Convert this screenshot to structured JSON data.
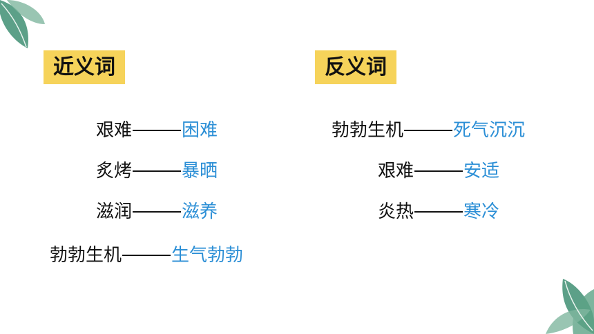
{
  "labels": {
    "synonym": "近义词",
    "antonym": "反义词"
  },
  "synonyms": [
    {
      "word": "艰难",
      "match": "困难"
    },
    {
      "word": "炙烤",
      "match": "暴晒"
    },
    {
      "word": "滋润",
      "match": "滋养"
    },
    {
      "word": "勃勃生机",
      "match": "生气勃勃"
    }
  ],
  "antonyms": [
    {
      "word": "勃勃生机",
      "match": "死气沉沉"
    },
    {
      "word": "艰难",
      "match": "安适"
    },
    {
      "word": "炎热",
      "match": "寒冷"
    }
  ],
  "colors": {
    "label_bg": "#f6d35a",
    "match_text": "#2c8fd6",
    "leaf": "#3f8f73"
  }
}
